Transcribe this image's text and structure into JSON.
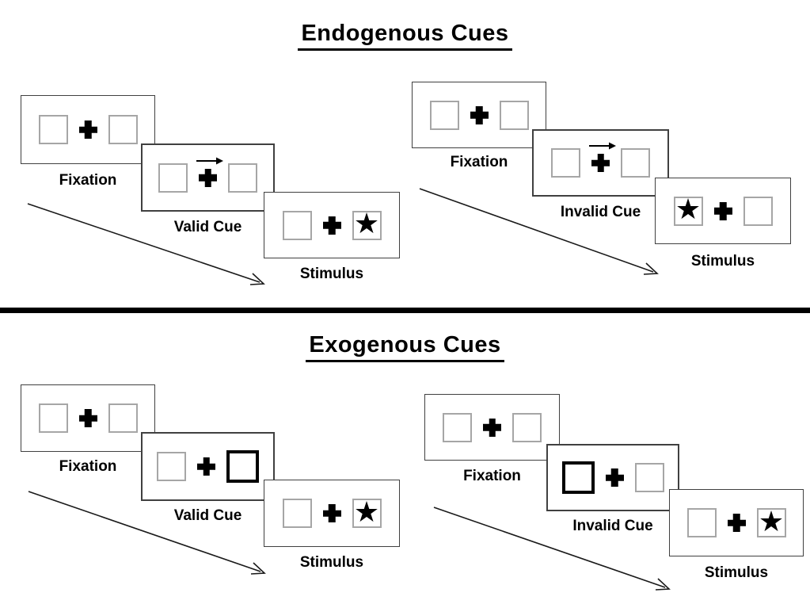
{
  "titles": {
    "endogenous": "Endogenous Cues",
    "exogenous": "Exogenous Cues"
  },
  "glyphs": {
    "star": "★"
  },
  "colors": {
    "ink": "#000000",
    "card_border": "#404040",
    "square_border": "#a6a6a6",
    "cue_square_border": "#000000"
  },
  "endogenous": {
    "valid": {
      "fixation": "Fixation",
      "cue": "Valid Cue",
      "stimulus": "Stimulus"
    },
    "invalid": {
      "fixation": "Fixation",
      "cue": "Invalid Cue",
      "stimulus": "Stimulus"
    }
  },
  "exogenous": {
    "valid": {
      "fixation": "Fixation",
      "cue": "Valid Cue",
      "stimulus": "Stimulus"
    },
    "invalid": {
      "fixation": "Fixation",
      "cue": "Invalid Cue",
      "stimulus": "Stimulus"
    }
  }
}
